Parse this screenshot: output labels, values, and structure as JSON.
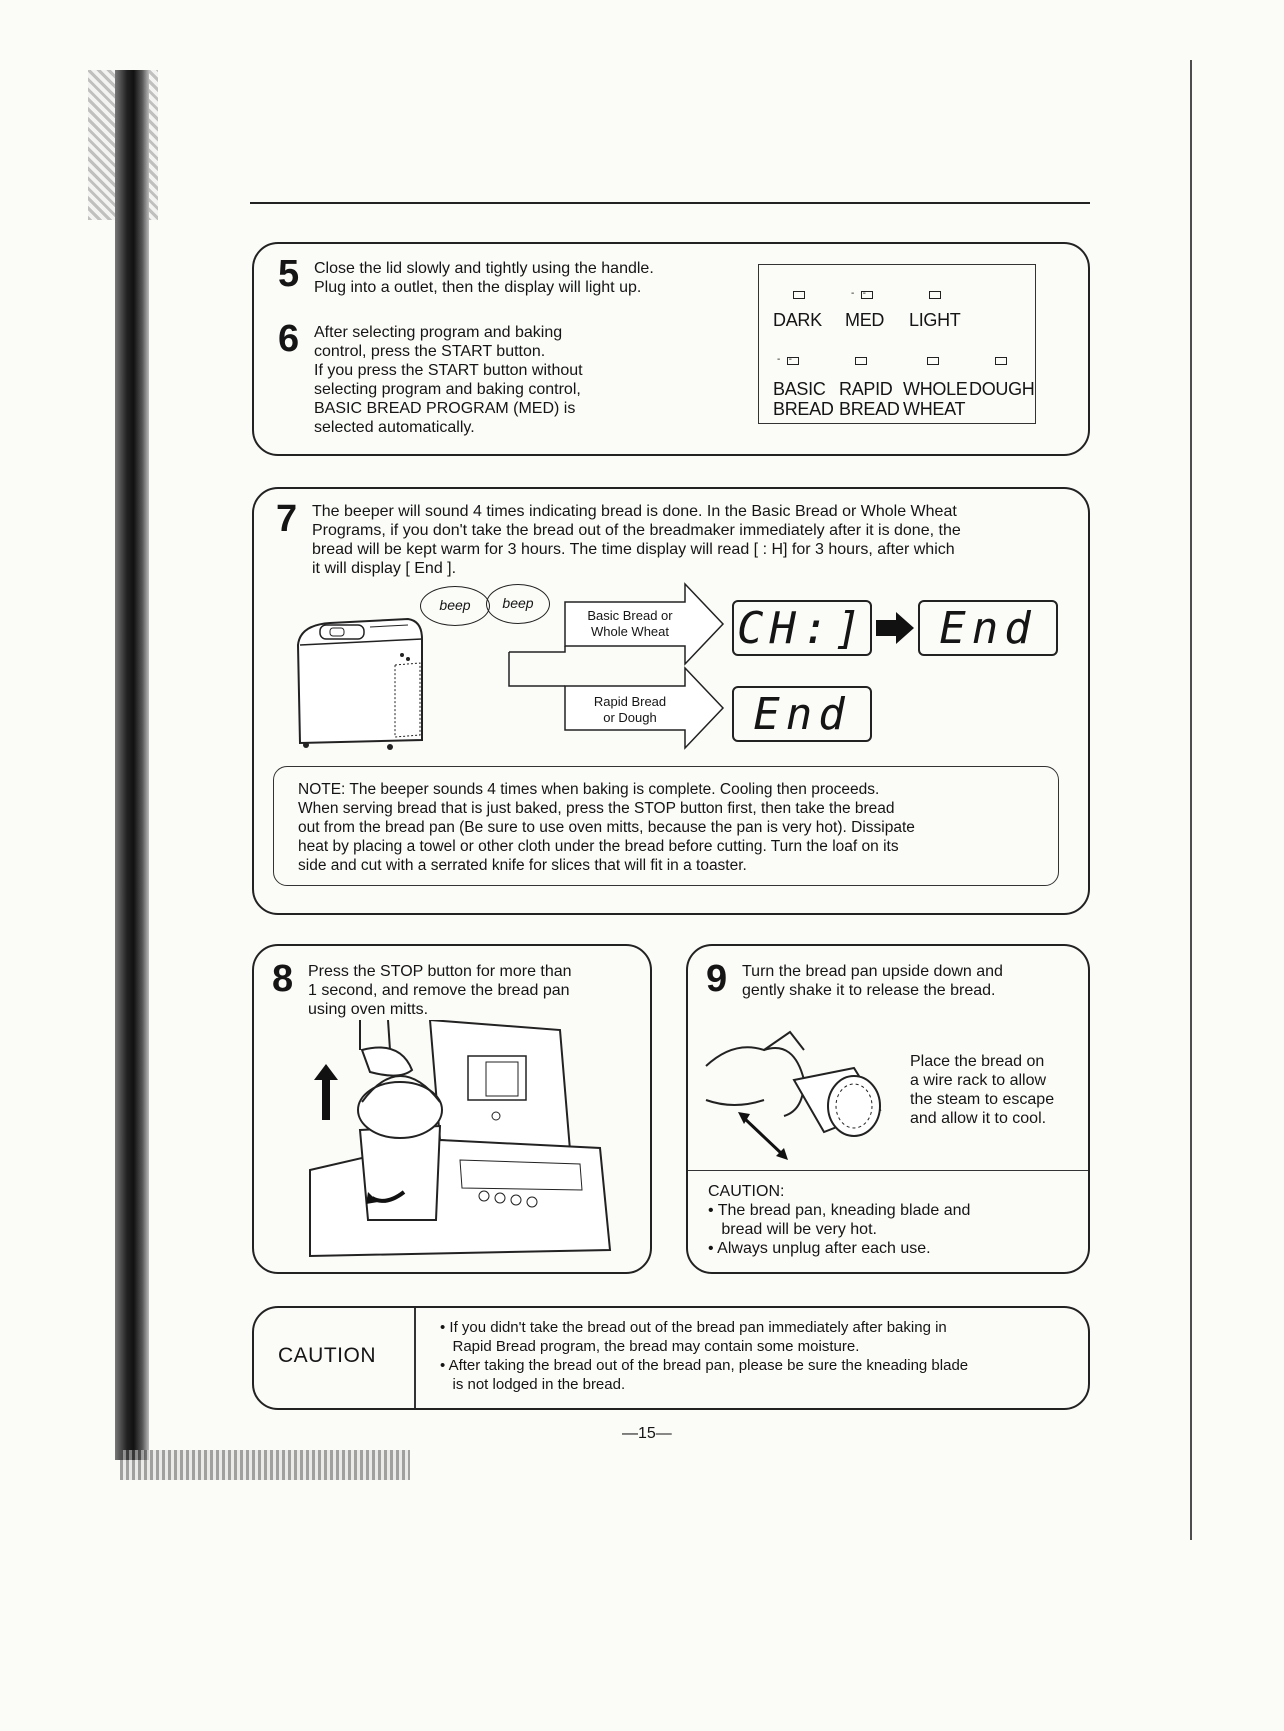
{
  "step5": {
    "num": "5",
    "lines": [
      "Close the lid slowly and tightly using the handle.",
      "Plug into a outlet, then the display will light up."
    ]
  },
  "step6": {
    "num": "6",
    "lines": [
      "After selecting program and baking",
      "control, press the START button.",
      "If you press the START button without",
      "selecting program and baking control,",
      "BASIC BREAD PROGRAM (MED) is",
      "selected automatically."
    ]
  },
  "panel": {
    "crust": [
      "DARK",
      "MED",
      "LIGHT"
    ],
    "programs_top": [
      "BASIC",
      "RAPID",
      "WHOLE",
      "DOUGH"
    ],
    "programs_bottom": [
      "BREAD",
      "BREAD",
      "WHEAT"
    ]
  },
  "step7": {
    "num": "7",
    "lines": [
      "The beeper will sound 4 times indicating bread is done. In the Basic Bread or Whole Wheat",
      "Programs, if you don't take the bread out of the breadmaker immediately after it is done, the",
      "bread will be kept warm for 3 hours. The time display will read [ : H] for 3 hours, after which",
      "it will display [ End ]."
    ],
    "beep1": "beep",
    "beep2": "beep",
    "path1": [
      "Basic Bread or",
      "Whole Wheat"
    ],
    "path2": [
      "Rapid Bread",
      "or Dough"
    ],
    "lcd_warm": "CH:]",
    "lcd_end1": "End",
    "lcd_end2": "End"
  },
  "note": {
    "lines": [
      "NOTE: The beeper sounds 4 times when baking is complete. Cooling then proceeds.",
      "When serving bread that is just baked, press the STOP button first, then take the bread",
      "out from the bread pan (Be sure to use oven mitts, because the pan is very hot). Dissipate",
      "heat by placing a towel or other cloth under the bread before cutting. Turn the loaf on its",
      "side and cut with a serrated knife for slices that will fit in a toaster."
    ]
  },
  "step8": {
    "num": "8",
    "lines": [
      "Press the STOP button for more than",
      "1 second, and remove the bread pan",
      "using oven mitts."
    ]
  },
  "step9": {
    "num": "9",
    "lines": [
      "Turn the bread pan upside down and",
      "gently shake it to release the bread."
    ],
    "side": [
      "Place the bread on",
      "a wire rack to allow",
      "the steam to escape",
      "and allow it to cool."
    ],
    "caution_title": "CAUTION:",
    "caution": [
      "• The bread pan, kneading blade and",
      "   bread will be very hot.",
      "• Always unplug after each use."
    ]
  },
  "caution": {
    "label": "CAUTION",
    "lines": [
      "• If you didn't take the bread out of the bread pan immediately after baking in",
      "   Rapid Bread program, the bread may contain some moisture.",
      "• After taking the bread out of the bread pan, please be sure the kneading blade",
      "   is not lodged in the bread."
    ]
  },
  "page_number": "—15—"
}
